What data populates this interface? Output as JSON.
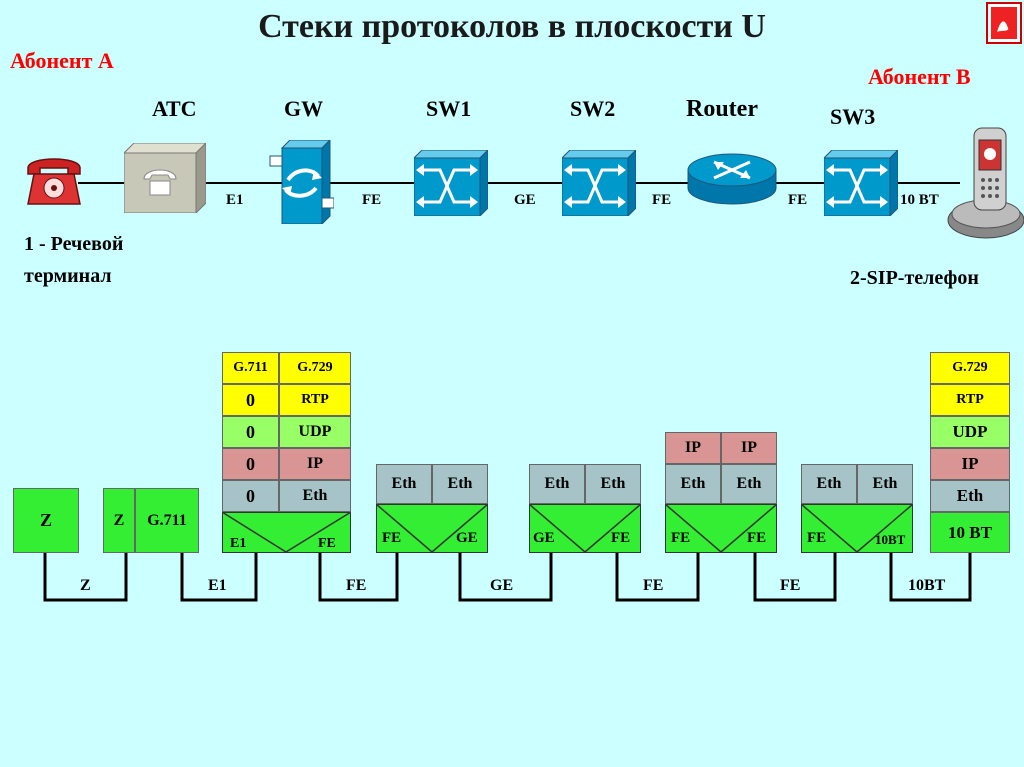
{
  "title": "Стеки протоколов в плоскости U",
  "subscriber_a": "Абонент А",
  "subscriber_b": "Абонент В",
  "devices": {
    "atc": "АТС",
    "gw": "GW",
    "sw1": "SW1",
    "sw2": "SW2",
    "router": "Router",
    "sw3": "SW3"
  },
  "top_links": [
    "E1",
    "FE",
    "GE",
    "FE",
    "FE",
    "10 BT"
  ],
  "terminal_a": [
    "1 - Речевой",
    "терминал"
  ],
  "terminal_b": "2-SIP-телефон",
  "stacks": {
    "terminal_z": "Z",
    "atc": {
      "left": "Z",
      "right": "G.711"
    },
    "gw": {
      "codec_left": "G.711",
      "codec_right": "G.729",
      "zero": "0",
      "rtp": "RTP",
      "udp": "UDP",
      "ip": "IP",
      "eth": "Eth",
      "port_left": "E1",
      "port_right": "FE"
    },
    "sw1": {
      "eth": "Eth",
      "port_left": "FE",
      "port_right": "GE"
    },
    "sw2": {
      "eth": "Eth",
      "port_left": "GE",
      "port_right": "FE"
    },
    "router": {
      "ip": "IP",
      "eth": "Eth",
      "port_left": "FE",
      "port_right": "FE"
    },
    "sw3": {
      "eth": "Eth",
      "port_left": "FE",
      "port_right": "10BT"
    },
    "sip": {
      "g729": "G.729",
      "rtp": "RTP",
      "udp": "UDP",
      "ip": "IP",
      "eth": "Eth",
      "phy": "10 BT"
    }
  },
  "bottom_links": [
    "Z",
    "E1",
    "FE",
    "GE",
    "FE",
    "FE",
    "10BT"
  ],
  "colors": {
    "background": "#ccffff",
    "yellow": "#ffff00",
    "light_green": "#99ff66",
    "pink": "#d99594",
    "gray": "#a6c4c8",
    "green": "#33ee33",
    "device_blue": "#0099cc",
    "red_text": "#ff0000"
  },
  "icons": [
    "telephone-icon",
    "pbx-icon",
    "gateway-icon",
    "switch-icon",
    "router-icon",
    "sip-phone-icon",
    "pdf-icon"
  ]
}
